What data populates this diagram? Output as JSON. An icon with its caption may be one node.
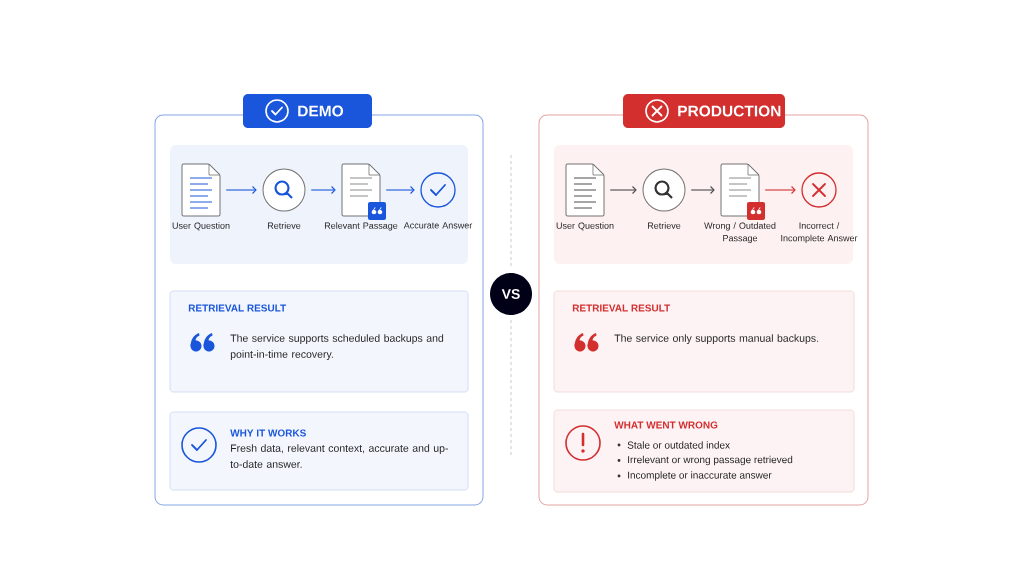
{
  "diagram": {
    "nodes": [
      {
        "text": [
          "DEMO"
        ]
      },
      {
        "text": [
          "User Question"
        ],
        "in": 0
      },
      {
        "text": [
          "Retrieve"
        ],
        "in": 0
      },
      {
        "text": [
          "Relevant Passage"
        ],
        "in": 0
      },
      {
        "text": [
          "Accurate Answer"
        ],
        "in": 0
      },
      {
        "text": [
          "RETRIEVAL RESULT",
          "The service supports scheduled backups and point-in-time recovery."
        ],
        "in": 0
      },
      {
        "text": [
          "WHY IT WORKS",
          "Fresh data, relevant context, accurate and up-to-date answer."
        ],
        "in": 0
      },
      {
        "text": [
          "PRODUCTION"
        ]
      },
      {
        "text": [
          "User Question"
        ],
        "in": 7
      },
      {
        "text": [
          "Retrieve"
        ],
        "in": 7
      },
      {
        "text": [
          "Wrong / Outdated Passage"
        ],
        "in": 7
      },
      {
        "text": [
          "Incorrect / Incomplete Answer"
        ],
        "in": 7
      },
      {
        "text": [
          "RETRIEVAL RESULT",
          "The service only supports manual backups."
        ],
        "in": 7
      },
      {
        "text": [
          "WHAT WENT WRONG",
          "Stale or outdated index",
          "Irrelevant or wrong passage retrieved",
          "Incomplete or inaccurate answer"
        ],
        "in": 7
      },
      {
        "text": [
          "VS"
        ]
      }
    ],
    "edges": [
      {
        "from": 1,
        "to": 2,
        "arrow": "to"
      },
      {
        "from": 2,
        "to": 3,
        "arrow": "to"
      },
      {
        "from": 3,
        "to": 4,
        "arrow": "to"
      },
      {
        "from": 8,
        "to": 9,
        "arrow": "to",
        "color": "#4a4a4a"
      },
      {
        "from": 9,
        "to": 10,
        "arrow": "to",
        "color": "#4a4a4a"
      },
      {
        "from": 10,
        "to": 11,
        "arrow": "to",
        "color": "#d32f2f"
      }
    ]
  }
}
